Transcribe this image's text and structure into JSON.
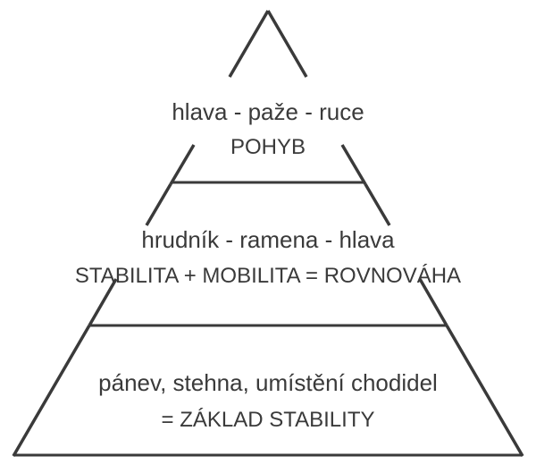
{
  "pyramid": {
    "levels": [
      {
        "id": "top",
        "line1": "hlava - paže - ruce",
        "line2": "POHYB"
      },
      {
        "id": "middle",
        "line1": "hrudník - ramena - hlava",
        "line2": "STABILITA + MOBILITA = ROVNOVÁHA"
      },
      {
        "id": "bottom",
        "line1": "pánev, stehna, umístění chodidel",
        "line2": "= ZÁKLAD STABILITY"
      }
    ],
    "stroke_color": "#3a3a3a",
    "text_color": "#3a3a3a"
  }
}
